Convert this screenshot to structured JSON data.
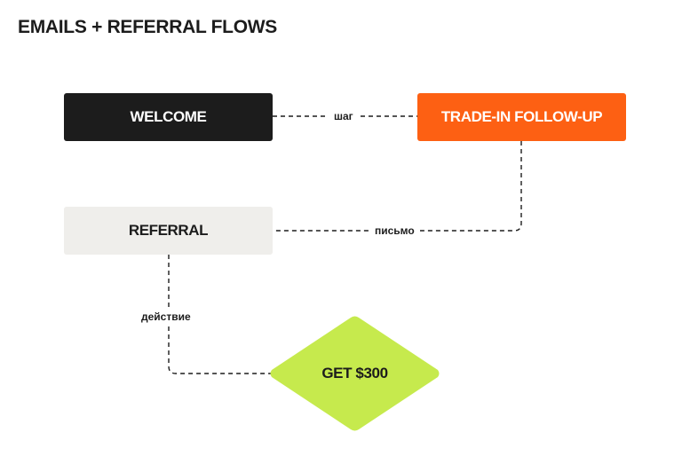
{
  "diagram": {
    "title": "EMAILS + REFERRAL FLOWS",
    "nodes": {
      "welcome": {
        "label": "WELCOME",
        "shape": "rectangle",
        "fill": "#1c1c1c",
        "text_color": "#ffffff"
      },
      "tradein": {
        "label": "TRADE-IN FOLLOW-UP",
        "shape": "rectangle",
        "fill": "#fd6013",
        "text_color": "#ffffff"
      },
      "referral": {
        "label": "REFERRAL",
        "shape": "rectangle",
        "fill": "#efeeeb",
        "text_color": "#1c1c1c"
      },
      "reward": {
        "label": "GET $300",
        "shape": "diamond",
        "fill": "#c6ea4d",
        "text_color": "#1c1c1c"
      }
    },
    "edges": [
      {
        "from": "welcome",
        "to": "tradein",
        "label": "шаг",
        "style": "dashed"
      },
      {
        "from": "tradein",
        "to": "referral",
        "label": "письмо",
        "style": "dashed"
      },
      {
        "from": "referral",
        "to": "reward",
        "label": "действие",
        "style": "dashed"
      }
    ]
  }
}
